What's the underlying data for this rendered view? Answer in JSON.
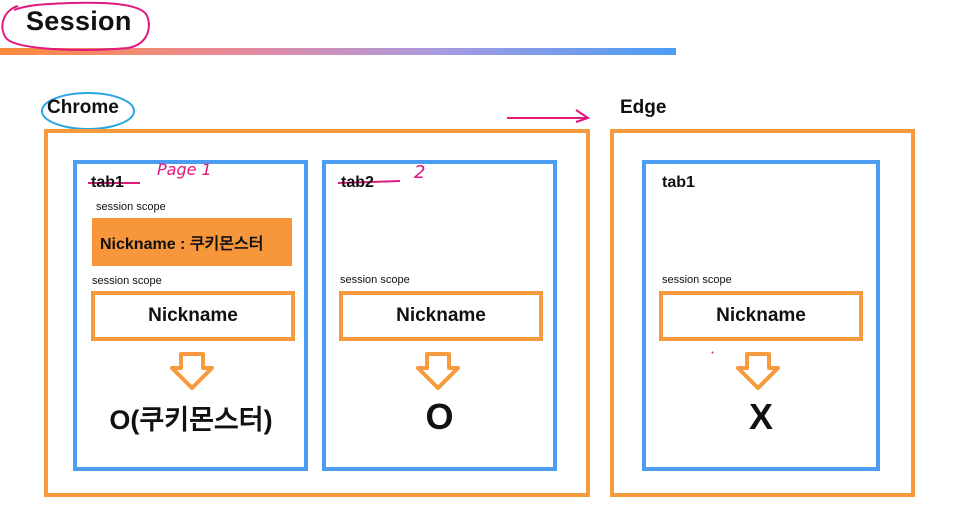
{
  "title": "Session",
  "browsers": [
    {
      "name": "Chrome",
      "tabs": [
        {
          "label": "tab1",
          "handwriting": "Page 1",
          "stored": {
            "scope": "session scope",
            "text": "Nickname : 쿠키몬스터"
          },
          "lookup": {
            "scope": "session scope",
            "text": "Nickname"
          },
          "result": "O(쿠키몬스터)"
        },
        {
          "label": "tab2",
          "handwriting": "2",
          "lookup": {
            "scope": "session scope",
            "text": "Nickname"
          },
          "result": "O"
        }
      ]
    },
    {
      "name": "Edge",
      "tabs": [
        {
          "label": "tab1",
          "lookup": {
            "scope": "session scope",
            "text": "Nickname"
          },
          "result": "X"
        }
      ]
    }
  ],
  "colors": {
    "browser_border": "#f79a3e",
    "tab_border": "#4a9df0",
    "stored_fill": "#f7963a",
    "annotation_pink": "#e0197d",
    "annotation_blue": "#2aa7e0"
  },
  "icons": {
    "down_arrow": "down-arrow-icon"
  }
}
